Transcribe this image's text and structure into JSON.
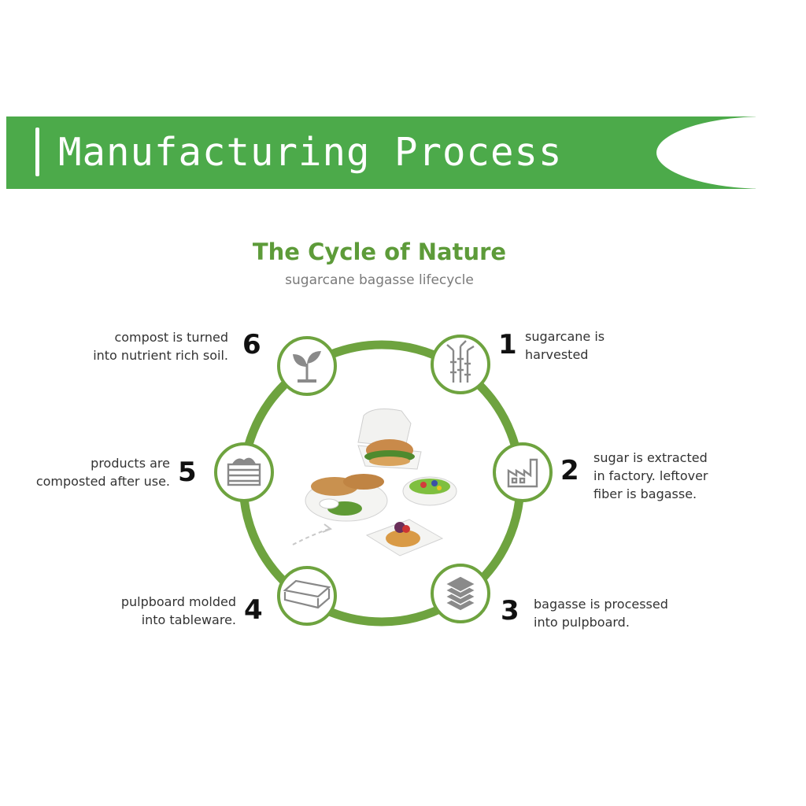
{
  "banner": {
    "title": "Manufacturing Process",
    "color": "#4caa4a"
  },
  "diagram": {
    "title": "The Cycle of Nature",
    "subtitle": "sugarcane bagasse lifecycle",
    "ring_color": "#6ea33f",
    "steps": [
      {
        "number": "1",
        "text": "sugarcane is\nharvested",
        "icon": "sugarcane-icon"
      },
      {
        "number": "2",
        "text": "sugar is extracted\nin factory. leftover\nfiber is bagasse.",
        "icon": "factory-icon"
      },
      {
        "number": "3",
        "text": "bagasse is processed\ninto pulpboard.",
        "icon": "stacked-sheets-icon"
      },
      {
        "number": "4",
        "text": "pulpboard molded\ninto tableware.",
        "icon": "food-container-icon"
      },
      {
        "number": "5",
        "text": "products are\ncomposted after use.",
        "icon": "compost-bin-icon"
      },
      {
        "number": "6",
        "text": "compost is turned\ninto nutrient rich soil.",
        "icon": "sprout-icon"
      }
    ]
  }
}
